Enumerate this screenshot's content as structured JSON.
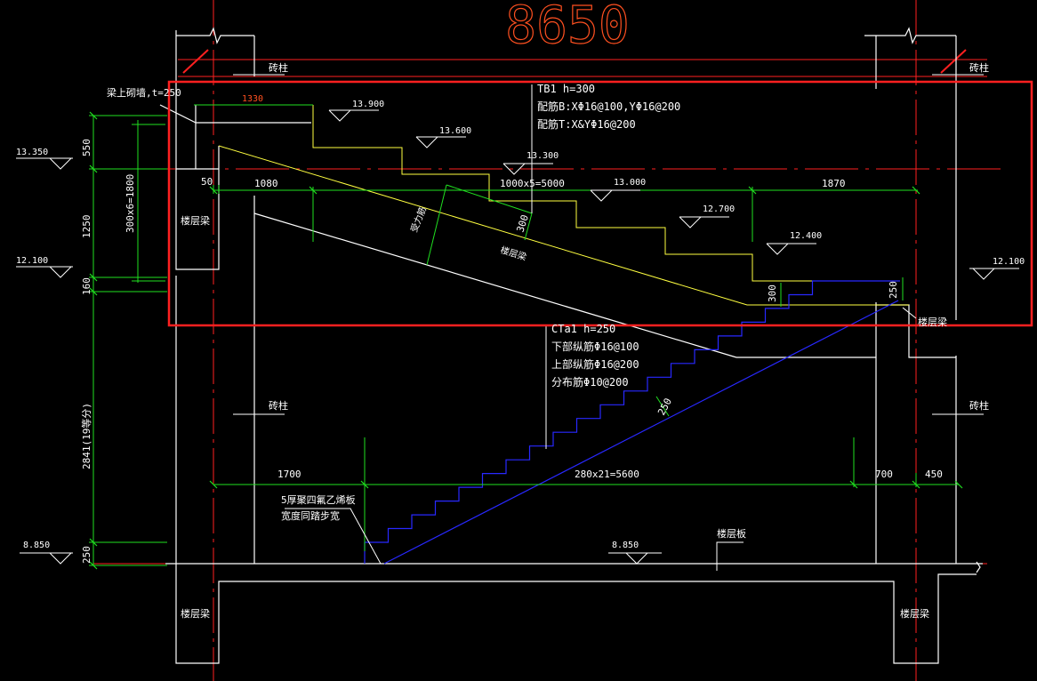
{
  "drawing": {
    "overall_dim": "8650",
    "colors": {
      "background": "#000000",
      "axis": "#ff2020",
      "dimension": "#20e020",
      "outline": "#ffffff",
      "slab": "#ffff40",
      "stair": "#2020ff",
      "highlight": "#ff2020",
      "big_dim": "#ff5020"
    },
    "labels": {
      "brick_col": "砖柱",
      "floor_beam": "楼层梁",
      "floor_slab": "楼层板",
      "beam_top_wall": "梁上砌墙,t=250",
      "rebar": "受力筋",
      "ramp_beam": "楼层梁",
      "note_line1": "5厚聚四氟乙烯板",
      "note_line2": "宽度同踏步宽"
    },
    "elevations": {
      "e13900": "13.900",
      "e13600": "13.600",
      "e13300": "13.300",
      "e13000": "13.000",
      "e12700": "12.700",
      "e12400": "12.400",
      "e12100_left": "12.100",
      "e12100_right": "12.100",
      "e13350": "13.350",
      "e8850_left": "8.850",
      "e8850_mid": "8.850"
    },
    "tb1": {
      "line1": "TB1  h=300",
      "line2": "配筋B:XΦ16@100,YΦ16@200",
      "line3": "配筋T:X&YΦ16@200"
    },
    "ct": {
      "line1": "CTa1  h=250",
      "line2": "下部纵筋Φ16@100",
      "line3": "上部纵筋Φ16@200",
      "line4": "分布筋Φ10@200"
    },
    "dims": {
      "d1330": "1330",
      "d50": "50",
      "d1080": "1080",
      "d1000x5": "1000x5=5000",
      "d1870": "1870",
      "d300_slab": "300",
      "d300_step": "300",
      "d250_top": "250",
      "d250_diag": "250",
      "d1700": "1700",
      "d280x21": "280x21=5600",
      "d700": "700",
      "d450": "450",
      "v550": "550",
      "v1250": "1250",
      "v160": "160",
      "v300x6": "300x6=1800",
      "v2841": "2841(19等分)",
      "v250": "250"
    }
  }
}
